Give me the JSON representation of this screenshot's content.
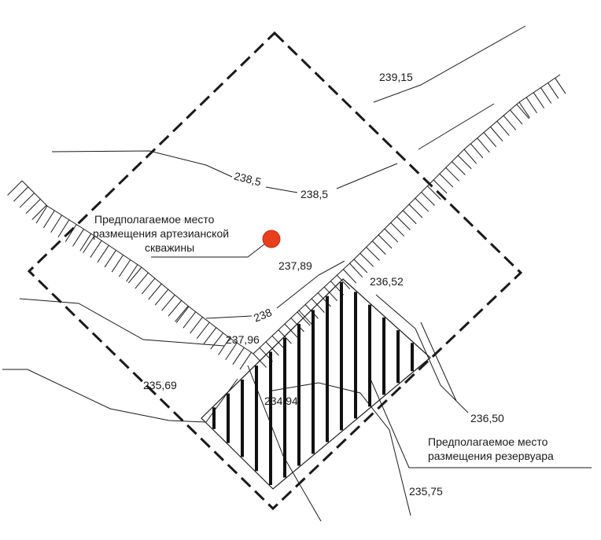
{
  "elevations": {
    "e23915": "239,15",
    "e2385_contour": "238,5",
    "e2385": "238,5",
    "e23789": "237,89",
    "e238_contour": "238",
    "e23652": "236,52",
    "e23796": "237,96",
    "e23569": "235,69",
    "e23494": "234,94",
    "e23650": "236,50",
    "e23575": "235,75"
  },
  "labels": {
    "well_line1": "Предполагаемое место",
    "well_line2": "размещения артезианской",
    "well_line3": "скважины",
    "reservoir_line1": "Предполагаемое место",
    "reservoir_line2": "размещения резервуара"
  },
  "colors": {
    "line": "#1a1a1a",
    "well_marker": "#e8401c",
    "well_marker_stroke": "#c0301a",
    "background": "#ffffff"
  }
}
